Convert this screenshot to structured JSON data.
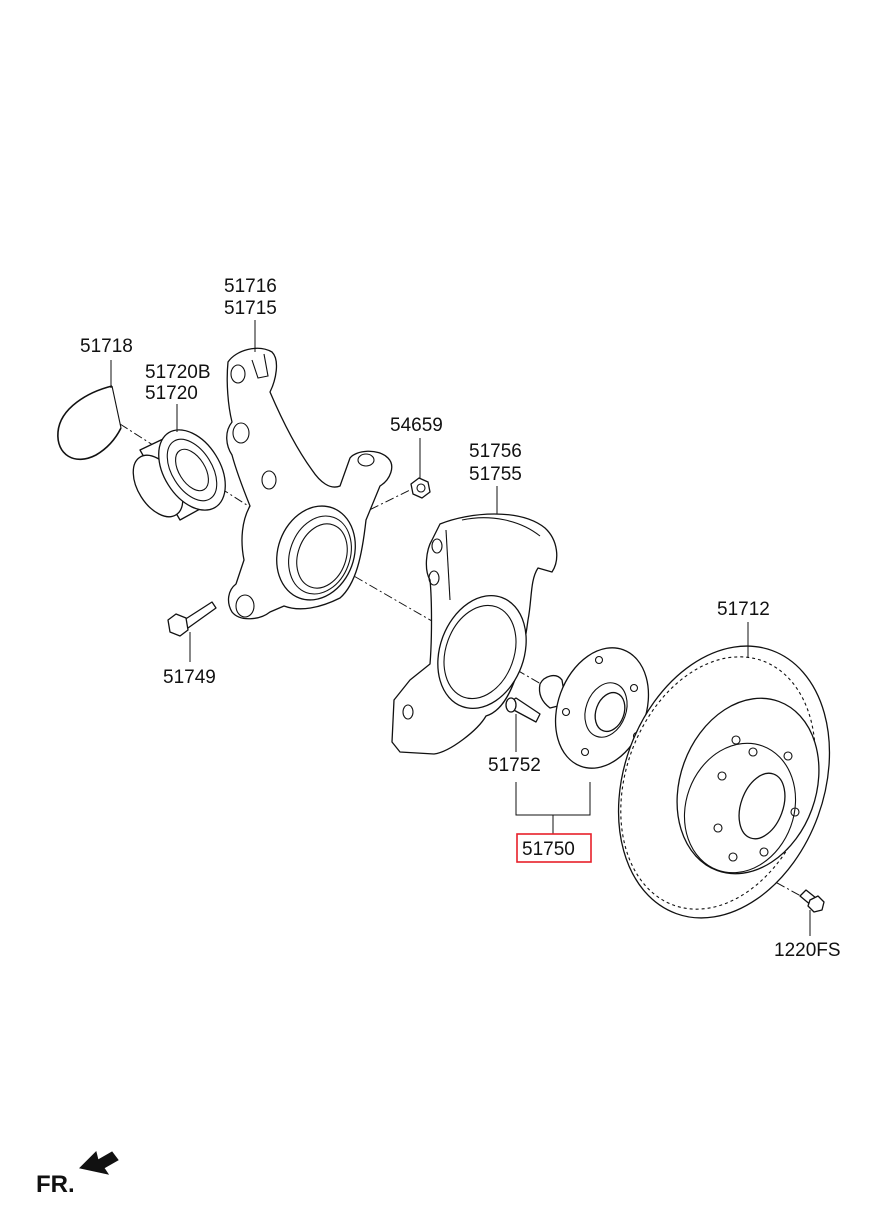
{
  "parts": {
    "p51716": "51716",
    "p51715": "51715",
    "p51718": "51718",
    "p51720B": "51720B",
    "p51720": "51720",
    "p54659": "54659",
    "p51756": "51756",
    "p51755": "51755",
    "p51749": "51749",
    "p51712": "51712",
    "p51752": "51752",
    "p51750": "51750",
    "p1220FS": "1220FS"
  },
  "direction_label": "FR.",
  "colors": {
    "line": "#111111",
    "highlight_box": "#e8202a",
    "background": "#ffffff"
  }
}
